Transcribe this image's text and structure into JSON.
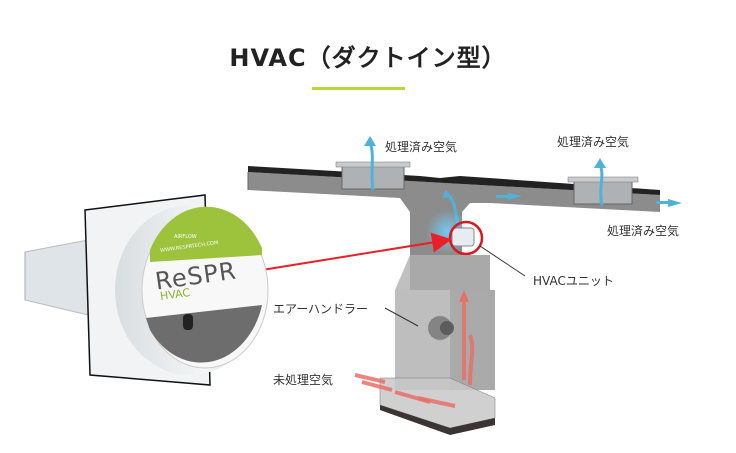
{
  "title": "HVAC（ダクトイン型）",
  "accent_color": "#b5d93a",
  "labels": {
    "treated_air_left": "処理済み空気",
    "treated_air_right": "処理済み空気",
    "treated_air_end": "処理済み空気",
    "hvac_unit": "HVACユニット",
    "air_handler": "エアーハンドラー",
    "untreated_air": "未処理空気"
  },
  "product": {
    "brand": "ReSPR",
    "model": "HVAC",
    "website": "WWW.RESPRTECH.COM",
    "airflow": "AIRFLOW"
  },
  "colors": {
    "treated_arrow": "#4fb3d9",
    "untreated_arrow": "#e8706a",
    "pointer_line": "#e8202a",
    "duct": "#8a8a8a"
  }
}
